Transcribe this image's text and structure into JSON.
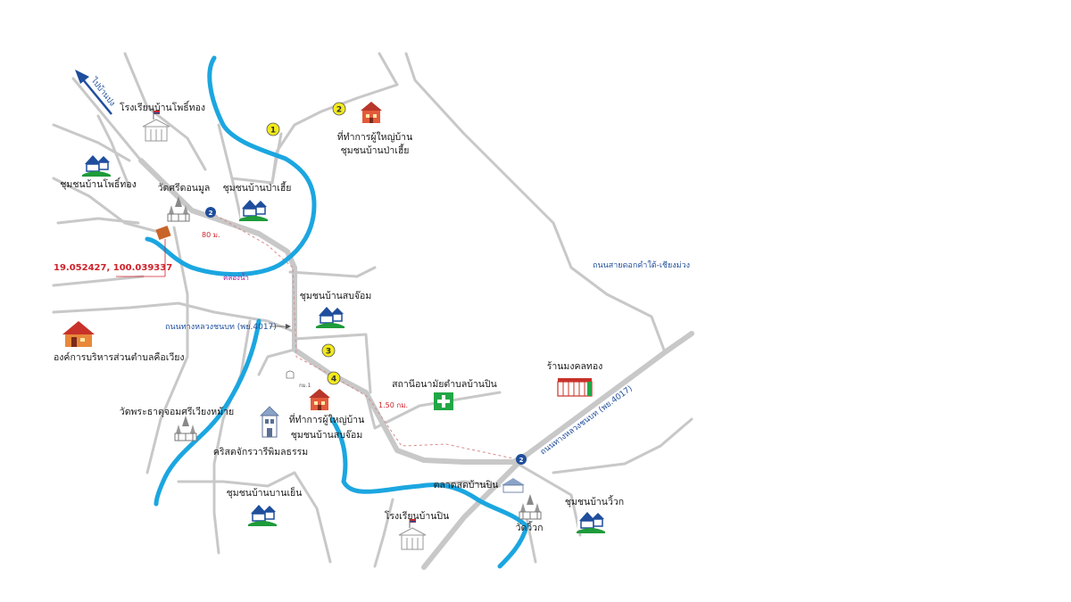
{
  "labels": {
    "to_north": "ไปบ้านปง",
    "school_phothong": "โรงเรียนบ้านโพธิ์ทอง",
    "community_phothong": "ชุมชนบ้านโพธิ์ทอง",
    "wat_srisonmoon": "วัดศรีดอนมูล",
    "community_pa_hia": "ชุมชนบ้านป่าเฮี้ย",
    "headman_office_pa_hia_1": "ที่ทำการผู้ใหญ่บ้าน",
    "headman_office_pa_hia_2": "ชุมชนบ้านป่าเฮี้ย",
    "distance_80m": "80 ม.",
    "coordinates": "19.052427, 100.039337",
    "canal": "คลองน้ำ",
    "community_sop_chom": "ชุมชนบ้านสบจ๊อม",
    "rural_road": "ถนนทางหลวงชนบท (พย.4017)",
    "sao": "องค์การบริหารส่วนตำบลคือเวียง",
    "wat_phrathat": "วัดพระธาตุจอมศรีเวียงหม้าย",
    "headman_office_sop_chom_1": "ที่ทำการผู้ใหญ่บ้าน",
    "headman_office_sop_chom_2": "ชุมชนบ้านสบจ๊อม",
    "church": "คริสตจักรวารีพิมลธรรม",
    "health_station": "สถานีอนามัยตำบลบ้านปิน",
    "distance_150km": "1.50 กม.",
    "km1": "กม.1",
    "shop": "ร้านมงคลทอง",
    "highway_dok_kham_tai": "ถนนสายดอกคำใต้-เชียงม่วง",
    "highway_4017": "ถนนทางหลวงชนบท (พย.4017)",
    "community_baan_yen": "ชุมชนบ้านบานเย็น",
    "market_baan_pin": "ตลาดสดบ้านปิน",
    "school_baan_pin": "โรงเรียนบ้านปิน",
    "wat_wiwok": "วัดวิ้วก",
    "community_wiwok": "ชุมชนบ้านวิ้วก"
  },
  "route_numbers": [
    "1",
    "2",
    "3",
    "4"
  ],
  "highway_shield": "2",
  "icons": {
    "house": "house-icon",
    "school": "school-icon",
    "temple": "temple-icon",
    "office": "headman-office-icon",
    "hospital": "health-cross-icon",
    "shop": "shop-icon",
    "church": "church-icon",
    "sao": "sao-office-icon",
    "market": "market-icon",
    "arrow": "north-arrow-icon"
  },
  "colors": {
    "river": "#1ba6e0",
    "road": "#c8c8c8",
    "route_marker": "#f2ea1c",
    "highway_shield": "#1f4e9c",
    "house_green": "#1e9b3a",
    "house_blue": "#1f4e9c",
    "health": "#22a745",
    "shop_red": "#c8322a",
    "coordinate_red": "#d0212a"
  }
}
